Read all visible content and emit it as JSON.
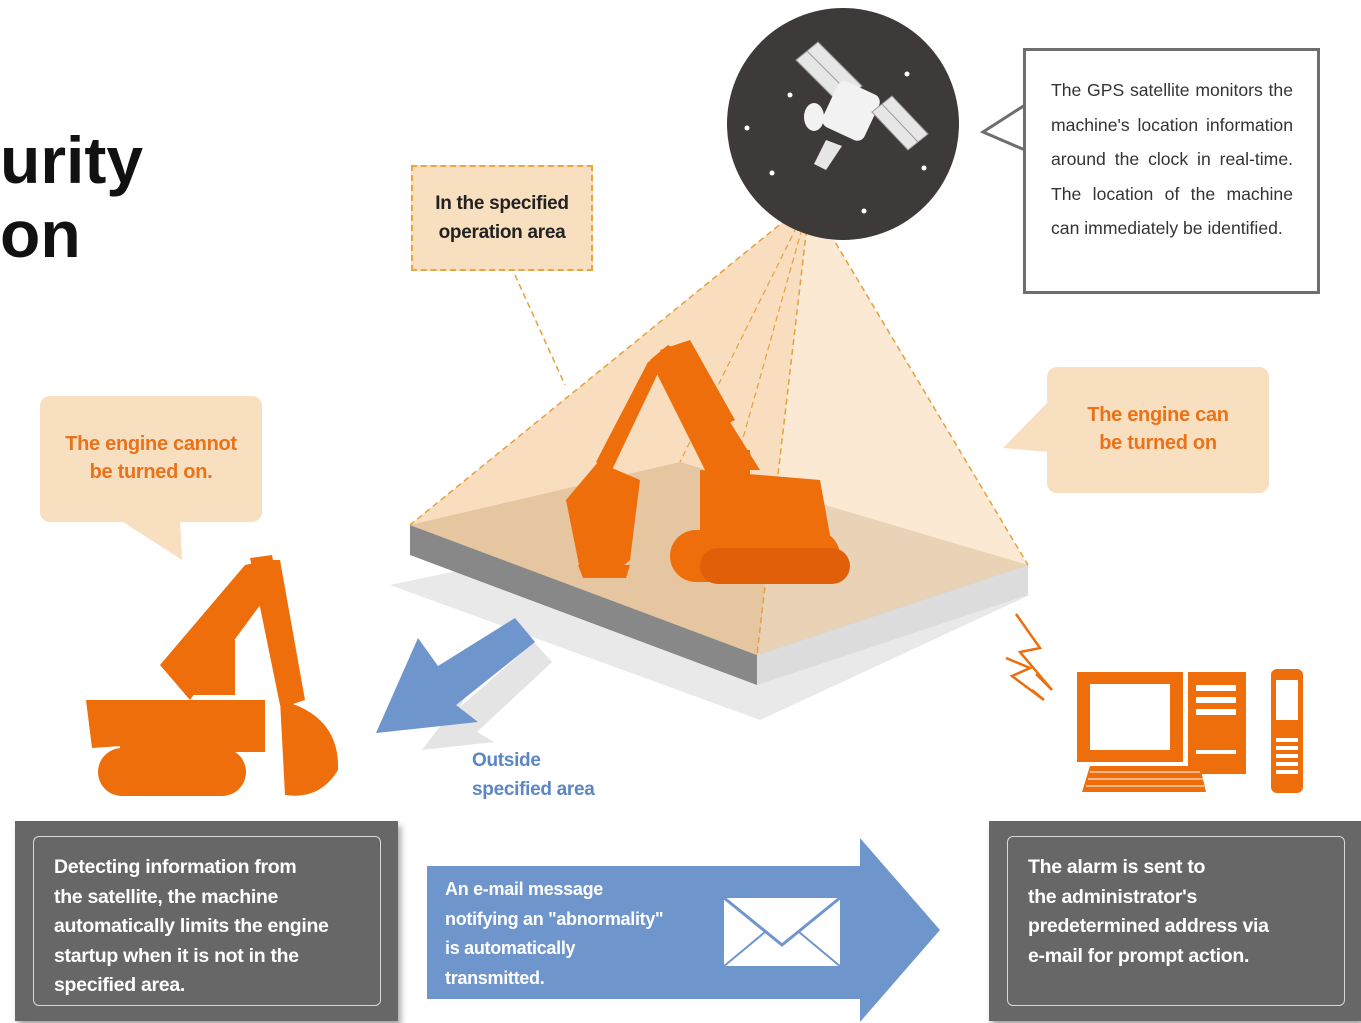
{
  "title": {
    "line1": "urity",
    "line2": "on"
  },
  "gps_callout": {
    "text": "The GPS satellite monitors the machine's location information around the clock in real-time. The location of the machine can immediately be identified."
  },
  "operation_area_label": {
    "line1": "In the specified",
    "line2": "operation area"
  },
  "engine_cannot": {
    "line1": "The engine cannot",
    "line2": "be turned on."
  },
  "engine_can": {
    "line1": "The engine can",
    "line2": "be turned on"
  },
  "outside_area": {
    "line1": "Outside",
    "line2": "specified area"
  },
  "detect_box": {
    "lines": [
      "Detecting information from",
      "the satellite, the machine",
      "automatically limits the engine",
      "startup when it is not in the",
      "specified area."
    ]
  },
  "email_arrow": {
    "lines": [
      "An e-mail message",
      "notifying an \"abnormality\"",
      "is automatically",
      "transmitted."
    ]
  },
  "alarm_box": {
    "lines": [
      "The alarm is sent to",
      "the administrator's",
      "predetermined address via",
      "e-mail for prompt action."
    ]
  },
  "colors": {
    "orange": "#ee6e0c",
    "blue": "#6f95cd",
    "dark_gray": "#676767",
    "peach": "#f8dfbf",
    "satellite_bg": "#3e3a39"
  },
  "icons": [
    "satellite-icon",
    "excavator-icon",
    "computer-icon",
    "mobile-phone-icon",
    "envelope-icon",
    "lightning-icon"
  ]
}
